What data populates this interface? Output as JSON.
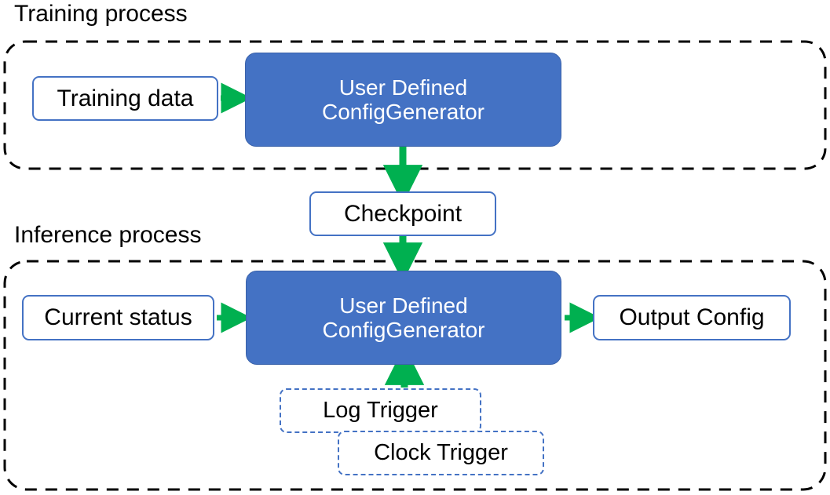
{
  "diagram": {
    "title_top": "Training process",
    "title_bottom": "Inference process",
    "colors": {
      "primary_fill": "#4472C4",
      "box_stroke": "#4472C4",
      "arrow_green": "#00B050",
      "group_border": "#000000",
      "text_dark": "#000000",
      "text_light": "#FFFFFF"
    },
    "groups": [
      {
        "name": "training-process",
        "label": "Training process",
        "style": "dashed-rounded"
      },
      {
        "name": "inference-process",
        "label": "Inference process",
        "style": "dashed-rounded"
      }
    ],
    "nodes": {
      "training_data": "Training data",
      "training_generator_line1": "User Defined",
      "training_generator_line2": "ConfigGenerator",
      "checkpoint": "Checkpoint",
      "current_status": "Current status",
      "inference_generator_line1": "User Defined",
      "inference_generator_line2": "ConfigGenerator",
      "output_config": "Output Config",
      "log_trigger": "Log Trigger",
      "clock_trigger": "Clock Trigger"
    },
    "edges": [
      {
        "name": "training-data-to-generator",
        "from": "Training data",
        "to": "User Defined ConfigGenerator",
        "direction": "right"
      },
      {
        "name": "generator-to-checkpoint",
        "from": "User Defined ConfigGenerator",
        "to": "Checkpoint",
        "direction": "down"
      },
      {
        "name": "checkpoint-to-inference-generator",
        "from": "Checkpoint",
        "to": "User Defined ConfigGenerator",
        "direction": "down"
      },
      {
        "name": "current-status-to-generator",
        "from": "Current status",
        "to": "User Defined ConfigGenerator",
        "direction": "right"
      },
      {
        "name": "generator-to-output-config",
        "from": "User Defined ConfigGenerator",
        "to": "Output Config",
        "direction": "right"
      },
      {
        "name": "log-trigger-to-generator",
        "from": "Log Trigger",
        "to": "User Defined ConfigGenerator",
        "direction": "up"
      }
    ]
  }
}
